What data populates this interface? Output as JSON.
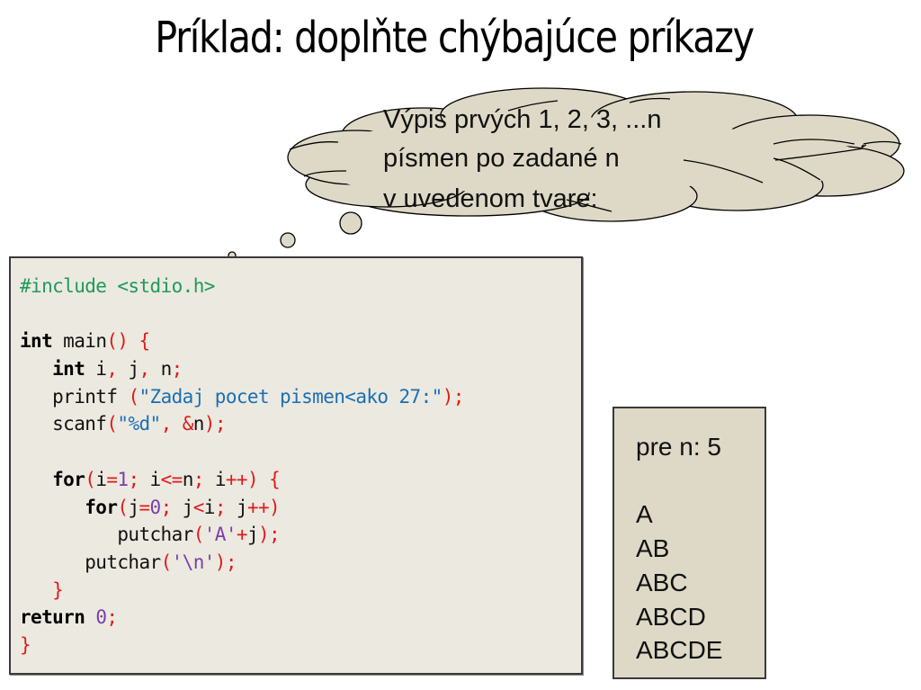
{
  "slide": {
    "title": "Príklad: doplňte chýbajúce príkazy"
  },
  "thought_bubble": {
    "lines": [
      "Výpis prvých 1, 2, 3, ...n",
      "písmen po zadané n",
      "v uvedenom tvare:"
    ],
    "fill_color": "#ddd9c6",
    "stroke_color": "#000000"
  },
  "code_box": {
    "background": "#ece9e0",
    "lines": [
      {
        "tokens": [
          {
            "t": "#include <stdio.h>",
            "c": "pp"
          }
        ]
      },
      {
        "tokens": []
      },
      {
        "tokens": [
          {
            "t": "int",
            "c": "kw"
          },
          {
            "t": " main",
            "c": ""
          },
          {
            "t": "()",
            "c": "p"
          },
          {
            "t": " ",
            "c": ""
          },
          {
            "t": "{",
            "c": "p"
          }
        ]
      },
      {
        "tokens": [
          {
            "t": "   ",
            "c": ""
          },
          {
            "t": "int",
            "c": "kw"
          },
          {
            "t": " i",
            "c": ""
          },
          {
            "t": ",",
            "c": "p"
          },
          {
            "t": " j",
            "c": ""
          },
          {
            "t": ",",
            "c": "p"
          },
          {
            "t": " n",
            "c": ""
          },
          {
            "t": ";",
            "c": "p"
          }
        ]
      },
      {
        "tokens": [
          {
            "t": "   printf ",
            "c": ""
          },
          {
            "t": "(",
            "c": "p"
          },
          {
            "t": "\"Zadaj pocet pismen<ako 27:\"",
            "c": "s"
          },
          {
            "t": ");",
            "c": "p"
          }
        ]
      },
      {
        "tokens": [
          {
            "t": "   scanf",
            "c": ""
          },
          {
            "t": "(",
            "c": "p"
          },
          {
            "t": "\"%d\"",
            "c": "s"
          },
          {
            "t": ",",
            "c": "p"
          },
          {
            "t": " ",
            "c": ""
          },
          {
            "t": "&",
            "c": "p"
          },
          {
            "t": "n",
            "c": ""
          },
          {
            "t": ");",
            "c": "p"
          }
        ]
      },
      {
        "tokens": []
      },
      {
        "tokens": [
          {
            "t": "   ",
            "c": ""
          },
          {
            "t": "for",
            "c": "kw"
          },
          {
            "t": "(",
            "c": "p"
          },
          {
            "t": "i",
            "c": ""
          },
          {
            "t": "=",
            "c": "p"
          },
          {
            "t": "1",
            "c": "n"
          },
          {
            "t": ";",
            "c": "p"
          },
          {
            "t": " i",
            "c": ""
          },
          {
            "t": "<=",
            "c": "p"
          },
          {
            "t": "n",
            "c": ""
          },
          {
            "t": ";",
            "c": "p"
          },
          {
            "t": " i",
            "c": ""
          },
          {
            "t": "++)",
            "c": "p"
          },
          {
            "t": " ",
            "c": ""
          },
          {
            "t": "{",
            "c": "p"
          }
        ]
      },
      {
        "tokens": [
          {
            "t": "      ",
            "c": ""
          },
          {
            "t": "for",
            "c": "kw"
          },
          {
            "t": "(",
            "c": "p"
          },
          {
            "t": "j",
            "c": ""
          },
          {
            "t": "=",
            "c": "p"
          },
          {
            "t": "0",
            "c": "n"
          },
          {
            "t": ";",
            "c": "p"
          },
          {
            "t": " j",
            "c": ""
          },
          {
            "t": "<",
            "c": "p"
          },
          {
            "t": "i",
            "c": ""
          },
          {
            "t": ";",
            "c": "p"
          },
          {
            "t": " j",
            "c": ""
          },
          {
            "t": "++)",
            "c": "p"
          }
        ]
      },
      {
        "tokens": [
          {
            "t": "         putchar",
            "c": ""
          },
          {
            "t": "(",
            "c": "p"
          },
          {
            "t": "'A'",
            "c": "c"
          },
          {
            "t": "+",
            "c": "p"
          },
          {
            "t": "j",
            "c": ""
          },
          {
            "t": ");",
            "c": "p"
          }
        ]
      },
      {
        "tokens": [
          {
            "t": "      putchar",
            "c": ""
          },
          {
            "t": "(",
            "c": "p"
          },
          {
            "t": "'\\n'",
            "c": "c"
          },
          {
            "t": ");",
            "c": "p"
          }
        ]
      },
      {
        "tokens": [
          {
            "t": "   ",
            "c": ""
          },
          {
            "t": "}",
            "c": "p"
          }
        ]
      },
      {
        "tokens": [
          {
            "t": "return",
            "c": "kw"
          },
          {
            "t": " ",
            "c": ""
          },
          {
            "t": "0",
            "c": "n"
          },
          {
            "t": ";",
            "c": "p"
          }
        ]
      },
      {
        "tokens": [
          {
            "t": "}",
            "c": "p"
          }
        ]
      }
    ]
  },
  "output_box": {
    "header": "pre n: 5",
    "lines": [
      "A",
      "AB",
      "ABC",
      "ABCD",
      "ABCDE"
    ]
  }
}
